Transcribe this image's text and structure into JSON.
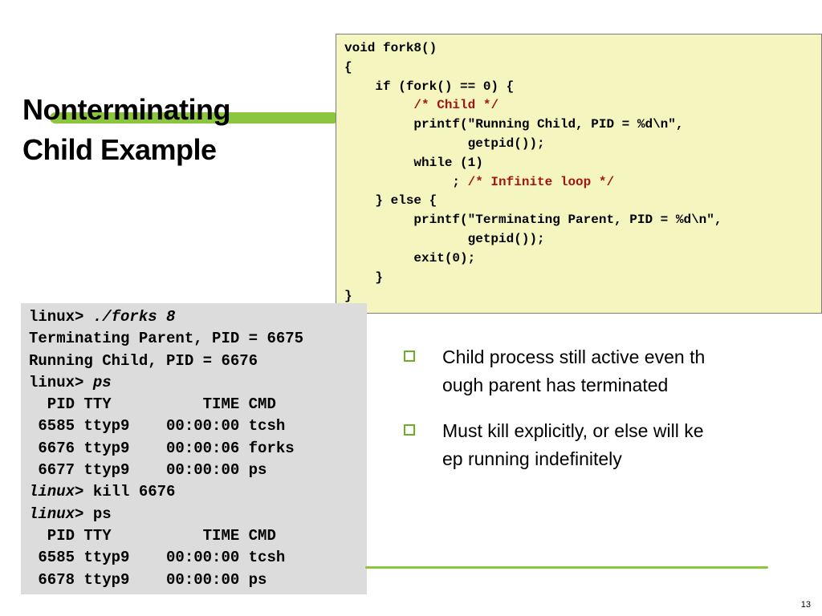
{
  "slide": {
    "title_line1": "Nonterminating",
    "title_line2": "Child Example",
    "page_number": "13",
    "accent_color": "#8cc63f",
    "code_bg_color": "#f5f5c0",
    "comment_color": "#a31515",
    "terminal_bg_color": "#dcdcdc"
  },
  "code": [
    {
      "text": "void fork8()",
      "comment": ""
    },
    {
      "text": "{",
      "comment": ""
    },
    {
      "text": "    if (fork() == 0) {",
      "comment": ""
    },
    {
      "text": "         ",
      "comment": "/* Child */"
    },
    {
      "text": "         printf(\"Running Child, PID = %d\\n\",",
      "comment": ""
    },
    {
      "text": "                getpid());",
      "comment": ""
    },
    {
      "text": "         while (1)",
      "comment": ""
    },
    {
      "text": "              ; ",
      "comment": "/* Infinite loop */"
    },
    {
      "text": "    } else {",
      "comment": ""
    },
    {
      "text": "         printf(\"Terminating Parent, PID = %d\\n\",",
      "comment": ""
    },
    {
      "text": "                getpid());",
      "comment": ""
    },
    {
      "text": "         exit(0);",
      "comment": ""
    },
    {
      "text": "    }",
      "comment": ""
    },
    {
      "text": "}",
      "comment": ""
    }
  ],
  "terminal": [
    {
      "prompt": "linux> ",
      "prompt_italic": false,
      "text": "./forks 8",
      "text_italic": true
    },
    {
      "prompt": "",
      "prompt_italic": false,
      "text": "Terminating Parent, PID = 6675",
      "text_italic": false
    },
    {
      "prompt": "",
      "prompt_italic": false,
      "text": "Running Child, PID = 6676",
      "text_italic": false
    },
    {
      "prompt": "linux> ",
      "prompt_italic": false,
      "text": "ps",
      "text_italic": true
    },
    {
      "prompt": "",
      "prompt_italic": false,
      "text": "  PID TTY          TIME CMD",
      "text_italic": false
    },
    {
      "prompt": "",
      "prompt_italic": false,
      "text": " 6585 ttyp9    00:00:00 tcsh",
      "text_italic": false
    },
    {
      "prompt": "",
      "prompt_italic": false,
      "text": " 6676 ttyp9    00:00:06 forks",
      "text_italic": false
    },
    {
      "prompt": "",
      "prompt_italic": false,
      "text": " 6677 ttyp9    00:00:00 ps",
      "text_italic": false
    },
    {
      "prompt": "linux",
      "prompt_italic": true,
      "text": "> kill 6676",
      "text_italic": false
    },
    {
      "prompt": "linux",
      "prompt_italic": true,
      "text": "> ps",
      "text_italic": false
    },
    {
      "prompt": "",
      "prompt_italic": false,
      "text": "  PID TTY          TIME CMD",
      "text_italic": false
    },
    {
      "prompt": "",
      "prompt_italic": false,
      "text": " 6585 ttyp9    00:00:00 tcsh",
      "text_italic": false
    },
    {
      "prompt": "",
      "prompt_italic": false,
      "text": " 6678 ttyp9    00:00:00 ps",
      "text_italic": false
    }
  ],
  "bullets": [
    {
      "line1": "Child process still active even th",
      "line2": "ough parent has terminated"
    },
    {
      "line1": "Must kill explicitly, or else will ke",
      "line2": "ep running indefinitely"
    }
  ]
}
